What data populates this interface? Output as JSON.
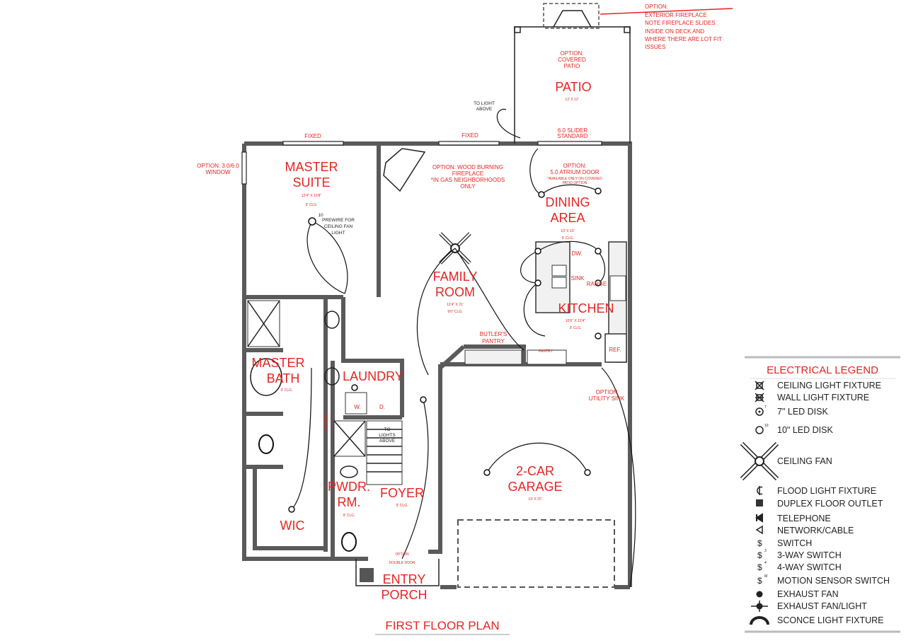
{
  "title": "FIRST FLOOR PLAN",
  "colors": {
    "label": "#e52521",
    "wall": "#5a5a5a",
    "line": "#111111"
  },
  "rooms": {
    "master_suite": {
      "name": [
        "MASTER",
        "SUITE"
      ],
      "dims": "12'4\" X 16'8\"",
      "clg": "9' CLG."
    },
    "master_bath": {
      "name": [
        "MASTER",
        "BATH"
      ],
      "clg": "9' CLG."
    },
    "wic": {
      "name": "WIC"
    },
    "laundry": {
      "name": "LAUNDRY",
      "w": "W.",
      "d": "D."
    },
    "linen": {
      "name": "LINEN"
    },
    "pwdr": {
      "name": [
        "PWDR.",
        "RM."
      ],
      "clg": "9' CLG."
    },
    "foyer": {
      "name": "FOYER",
      "clg": "9' CLG."
    },
    "entry_porch": {
      "name": [
        "ENTRY",
        "PORCH"
      ]
    },
    "family_room": {
      "name": [
        "FAMILY",
        "ROOM"
      ],
      "dims": "12'4\" X 21'",
      "clg": "9'0\" CLG."
    },
    "dining_area": {
      "name": [
        "DINING",
        "AREA"
      ],
      "dims": "10' X 10'",
      "clg": "9' CLG."
    },
    "kitchen": {
      "name": "KITCHEN",
      "dims": "10'6\" X 12'4\"",
      "clg": "9' CLG.",
      "dw": "DW.",
      "sink": "SINK",
      "range": "RANGE",
      "ref": "REF.",
      "pantry": "PANTRY"
    },
    "butlers_pantry": {
      "name": [
        "BUTLER'S",
        "PANTRY"
      ]
    },
    "garage": {
      "name": [
        "2-CAR",
        "GARAGE"
      ],
      "dims": "19' X 22'"
    },
    "patio": {
      "name": "PATIO",
      "option": [
        "OPTION:",
        "COVERED",
        "PATIO"
      ],
      "dims": "12' X 12'"
    }
  },
  "notes": {
    "fixed": "FIXED",
    "window_option": [
      "OPTION: 3.0/6.0",
      "WINDOW"
    ],
    "fireplace_option": [
      "OPTION: WOOD BURNING",
      "FIREPLACE",
      "*IN GAS NEIGHBORHOODS",
      "ONLY"
    ],
    "slider": [
      "6.0 SLIDER",
      "STANDARD"
    ],
    "atrium": [
      "OPTION:",
      "5.0 ATRIUM DOOR",
      "*AVAILABLE ONLY ON COVERED",
      "PATIO OPTION"
    ],
    "exterior_fireplace": [
      "OPTION:",
      "EXTERIOR FIREPLACE",
      "NOTE FIREPLACE SLIDES",
      "INSIDE ON DECK AND",
      "WHERE THERE ARE LOT FIT",
      "ISSUES"
    ],
    "to_light_above": [
      "TO LIGHT",
      "ABOVE"
    ],
    "to_lights_above": [
      "TO",
      "LIGHTS",
      "ABOVE"
    ],
    "prewire": [
      "PREWIRE FOR",
      "CEILING FAN",
      "LIGHT"
    ],
    "prewire_size": "10",
    "utility_sink": [
      "OPTION",
      "UTILITY SINK"
    ],
    "double_door": [
      "OPTION",
      "DOUBLE DOOR"
    ],
    "led7": "7"
  },
  "legend": {
    "title": "ELECTRICAL LEGEND",
    "items": [
      {
        "icon": "ceiling-light-fixture",
        "label": "CEILING LIGHT FIXTURE"
      },
      {
        "icon": "wall-light-fixture",
        "label": "WALL LIGHT FIXTURE"
      },
      {
        "icon": "led-disk-7",
        "label": "7\" LED DISK",
        "sup": "7"
      },
      {
        "icon": "led-disk-10",
        "label": "10\" LED DISK",
        "sup": "10"
      },
      {
        "icon": "ceiling-fan",
        "label": "CEILING FAN"
      },
      {
        "icon": "flood-light",
        "label": "FLOOD LIGHT FIXTURE"
      },
      {
        "icon": "duplex-floor-outlet",
        "label": "DUPLEX FLOOR OUTLET"
      },
      {
        "icon": "telephone",
        "label": "TELEPHONE"
      },
      {
        "icon": "network-cable",
        "label": "NETWORK/CABLE"
      },
      {
        "icon": "switch",
        "label": "SWITCH",
        "sym": "$"
      },
      {
        "icon": "3-way-switch",
        "label": "3-WAY SWITCH",
        "sym": "$",
        "sup": "3"
      },
      {
        "icon": "4-way-switch",
        "label": "4-WAY SWITCH",
        "sym": "$",
        "sup": "4"
      },
      {
        "icon": "motion-sensor-switch",
        "label": "MOTION SENSOR SWITCH",
        "sym": "$",
        "sup": "M"
      },
      {
        "icon": "exhaust-fan",
        "label": "EXHAUST FAN"
      },
      {
        "icon": "exhaust-fan-light",
        "label": "EXHAUST FAN/LIGHT"
      },
      {
        "icon": "sconce-light",
        "label": "SCONCE LIGHT FIXTURE"
      }
    ]
  }
}
